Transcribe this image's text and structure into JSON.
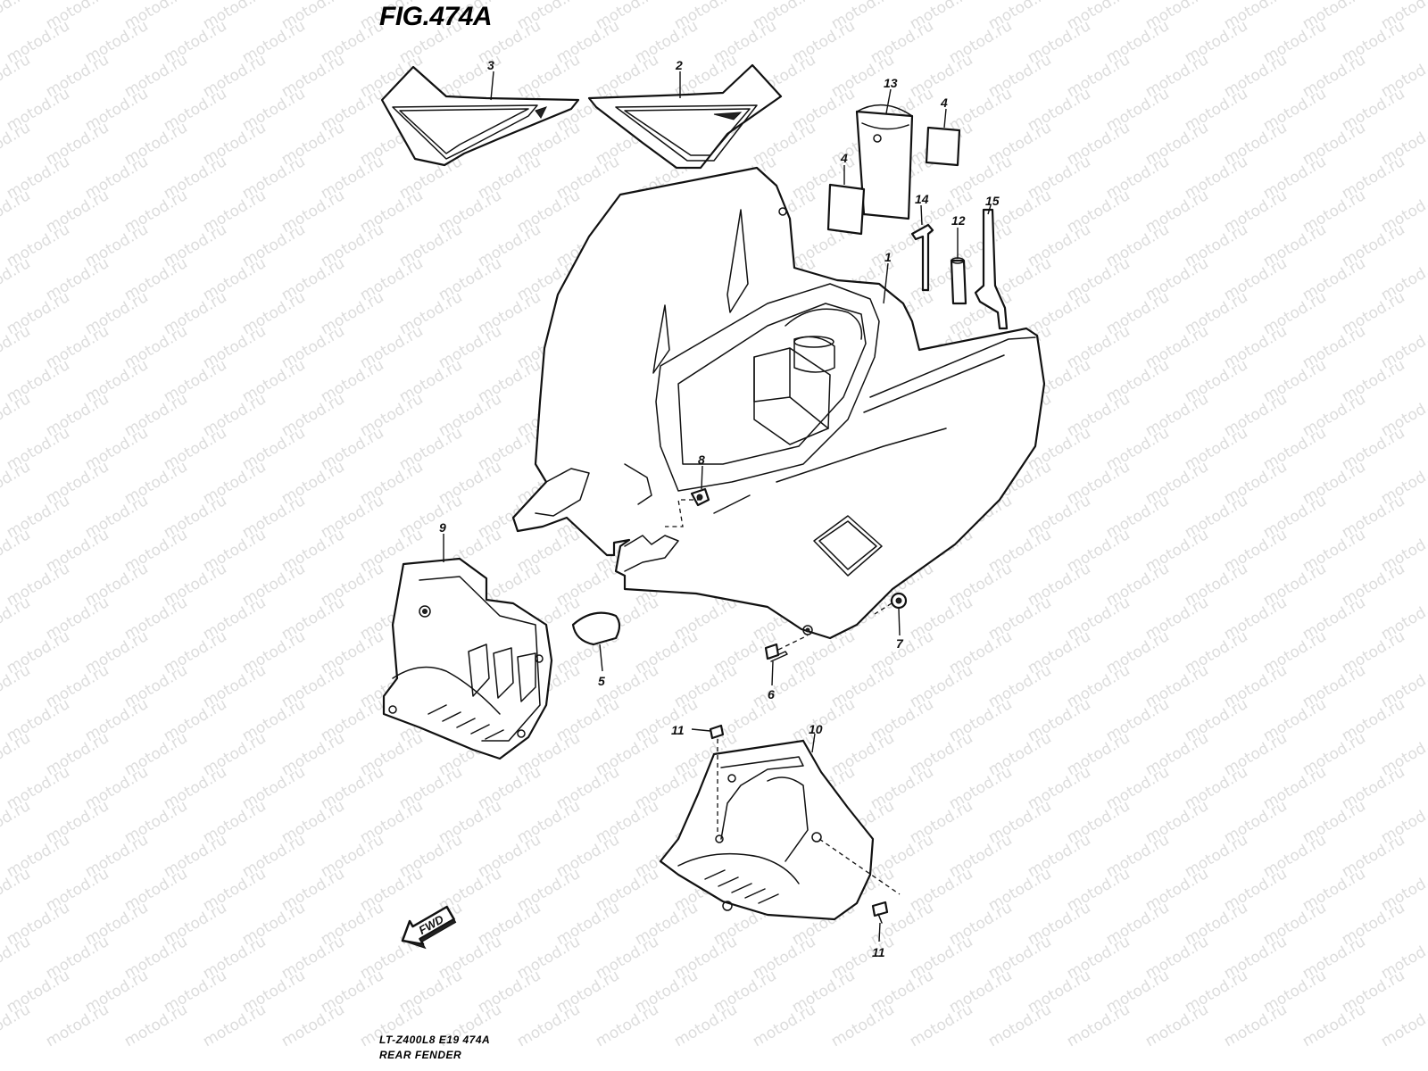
{
  "figure": {
    "title": "FIG.474A",
    "code": "LT-Z400L8  E19  474A",
    "name": "REAR FENDER"
  },
  "watermark": "motod.ru",
  "fwd_label": "FWD",
  "callouts": [
    {
      "id": "c1",
      "label": "1"
    },
    {
      "id": "c2",
      "label": "2"
    },
    {
      "id": "c3",
      "label": "3"
    },
    {
      "id": "c4a",
      "label": "4"
    },
    {
      "id": "c4b",
      "label": "4"
    },
    {
      "id": "c5",
      "label": "5"
    },
    {
      "id": "c6",
      "label": "6"
    },
    {
      "id": "c7",
      "label": "7"
    },
    {
      "id": "c8",
      "label": "8"
    },
    {
      "id": "c9",
      "label": "9"
    },
    {
      "id": "c10",
      "label": "10"
    },
    {
      "id": "c11a",
      "label": "11"
    },
    {
      "id": "c11b",
      "label": "11"
    },
    {
      "id": "c12",
      "label": "12"
    },
    {
      "id": "c13",
      "label": "13"
    },
    {
      "id": "c14",
      "label": "14"
    },
    {
      "id": "c15",
      "label": "15"
    }
  ]
}
